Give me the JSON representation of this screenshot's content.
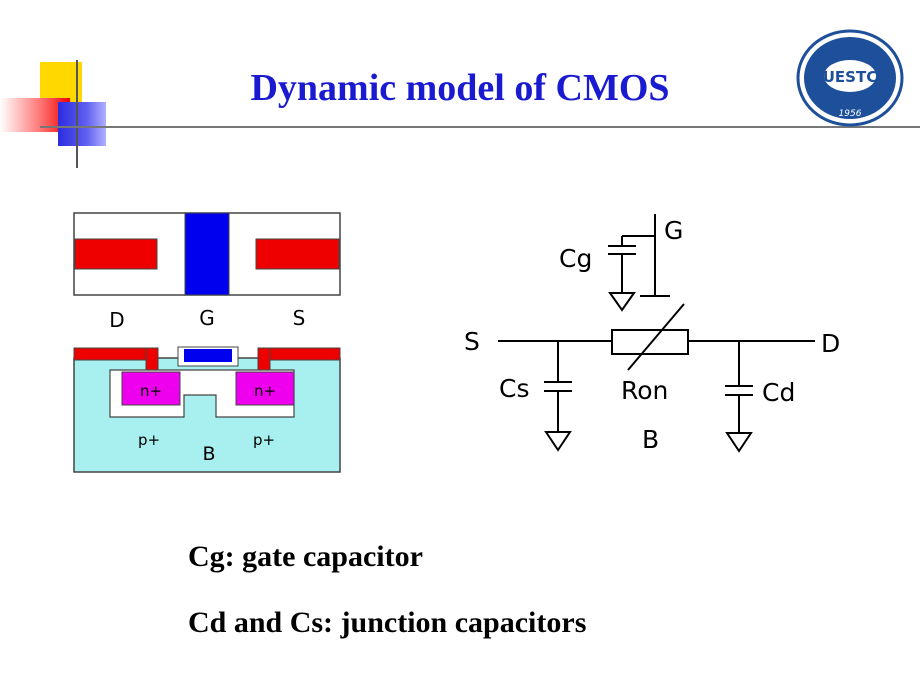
{
  "slide": {
    "title": "Dynamic model of CMOS",
    "captions": [
      "Cg: gate capacitor",
      "Cd and Cs: junction capacitors"
    ]
  },
  "logo": {
    "text": "UESTC",
    "year": "1956"
  },
  "device": {
    "top_labels": [
      "D",
      "G",
      "S"
    ],
    "region_labels": [
      "n+",
      "n+",
      "p+",
      "p+",
      "B"
    ]
  },
  "circuit": {
    "labels": {
      "gate": "G",
      "source": "S",
      "drain": "D",
      "gate_cap": "Cg",
      "source_cap": "Cs",
      "drain_cap": "Cd",
      "resistor": "Ron",
      "bulk": "B"
    }
  },
  "colors": {
    "title": "#1a1ad0",
    "metal": "#ee0000",
    "gate": "#0000ee",
    "n_plus": "#ee00ee",
    "substrate": "#a8f0f0",
    "logo": "#1d4f9a"
  }
}
